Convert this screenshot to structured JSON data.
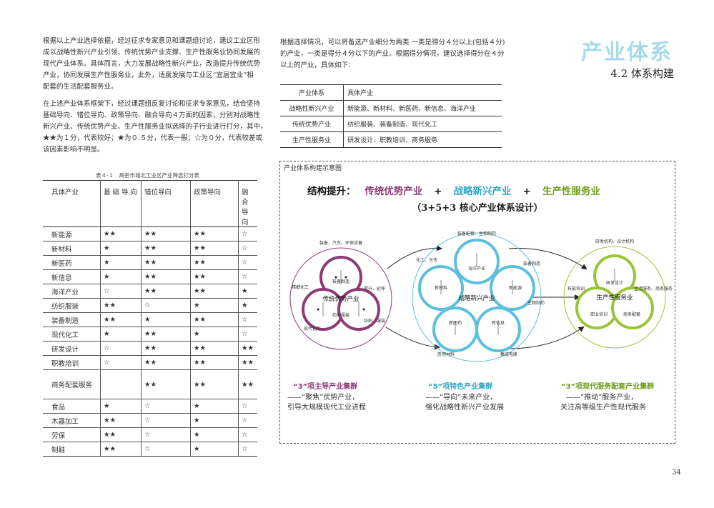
{
  "header": {
    "title": "产业体系",
    "subtitle": "4.2 体系构建"
  },
  "left_text": {
    "p1": [
      "根据以上产业选择依据，经过征求专家意见和课题组讨论，建议工业区形",
      "成以战略性新兴产业引领、传统优势产业支撑、生产性服务业协同发展的",
      "现代产业体系。具体而言，大力发展战略性新兴产业，改造提升传统优势",
      "产业，协同发展生产性服务业，此外，适度发展与工业区“宜居宜业”相",
      "配套的生活配套服务业。"
    ],
    "p2": [
      "在上述产业体系框架下，经过课题组反复讨论和征求专家意见，结合坚持",
      "基础导向、错位导向、政策导向、融合导向４方面的因素，分别对战略性",
      "新兴产业、传统优势产业、生产性服务业拟选择的子行业进行打分，其中，",
      "★★为１分，代表较好；★为０.５分，代表一般；☆为０分，代表较差或",
      "该因素影响不明显。"
    ]
  },
  "right_text": [
    "根据选择情况，可以将备选产业细分为两类 一类是得分４分以上(包括４分)",
    "的产业，一类是得分４分以下的产业。根据得分情况，建议选择得分在４分",
    "以上的产业，具体如下："
  ],
  "industry_table": {
    "headers": [
      "产业体系",
      "具体产业"
    ],
    "rows": [
      [
        "战略性新兴产业",
        "新能源、新材料、新医药、新信息、海洋产业"
      ],
      [
        "传统优势产业",
        "纺织服装、装备制造、现代化工"
      ],
      [
        "生产性服务业",
        "研发设计、职教培训、商务服务"
      ]
    ]
  },
  "score_table": {
    "caption": "表４-１　高密市城北工业区产业筛选打分表",
    "headers": [
      "具体产业",
      "基 础 导 向",
      "错位导向",
      "政策导向",
      "融合导向"
    ],
    "rows": [
      [
        "新能源",
        "★★",
        "★★",
        "★★",
        "☆"
      ],
      [
        "新材料",
        "★",
        "★★",
        "★★",
        "☆"
      ],
      [
        "新医药",
        "★",
        "★★",
        "★★",
        "☆"
      ],
      [
        "新信息",
        "★",
        "★★",
        "★★",
        "☆"
      ],
      [
        "海洋产业",
        "☆",
        "★★",
        "★★",
        "★"
      ],
      [
        "纺织服装",
        "★★",
        "☆",
        "★",
        "★"
      ],
      [
        "装备制造",
        "★★",
        "★",
        "★★",
        "☆"
      ],
      [
        "现代化工",
        "★",
        "★★",
        "★",
        "☆"
      ],
      [
        "研发设计",
        "☆",
        "★★",
        "★★",
        "★★"
      ],
      [
        "职教培训",
        "☆",
        "★★",
        "★★",
        "★★"
      ],
      [
        "商务配套服务",
        "",
        "★★",
        "★★",
        "★★"
      ],
      [
        "食品",
        "★",
        "☆",
        "★",
        "☆"
      ],
      [
        "木器加工",
        "★★",
        "☆",
        "★",
        "☆"
      ],
      [
        "劳保",
        "★★",
        "☆",
        "★",
        "☆"
      ],
      [
        "制鞋",
        "★★",
        "☆",
        "★",
        "☆"
      ]
    ]
  },
  "diagram": {
    "title": "产业体系构建示意图",
    "struct_label": "结构提升：",
    "struct_items": [
      {
        "text": "传统优势产业",
        "color": "#8e3a78"
      },
      {
        "text": "+",
        "color": "#111111"
      },
      {
        "text": "战略新兴产业",
        "color": "#2fa6c8"
      },
      {
        "text": "+",
        "color": "#111111"
      },
      {
        "text": "生产性服务业",
        "color": "#6f9e1e"
      }
    ],
    "core_title": "（3+5+3 核心产业体系设计）",
    "groups": {
      "traditional": {
        "center": "传统优势产业",
        "subs": [
          "装备制造",
          "现代化工",
          "纺织服装"
        ],
        "arcs": [
          "装备、汽车、环保设备",
          "精细化工",
          "提升、延伸",
          "纺织、服装"
        ],
        "color": "#8e3a78"
      },
      "emerging": {
        "center": "战略新兴产业",
        "subs": [
          "海洋产业",
          "新材料",
          "新能源",
          "新医药",
          "新信息"
        ],
        "arcs": [
          "装备配套、生物制药",
          "化工、光伏",
          "装备制造",
          "生物制药",
          "医用材料",
          "集成电路"
        ],
        "color": "#5cc0dd"
      },
      "service": {
        "center": "生产性服务业",
        "subs": [
          "研发设计",
          "职业培训",
          "商务配套"
        ],
        "arcs": [
          "研发机构、设计机构",
          "技能培训",
          "生活服务、商务服务"
        ],
        "color": "#9cc43a"
      }
    },
    "clusters": [
      {
        "title": "“3”项主导产业集群",
        "lines": [
          "——“聚焦”优势产业，",
          "引导大规模现代工业进程"
        ],
        "color": "#8e3a78"
      },
      {
        "title": "“5”项特色产业集群",
        "lines": [
          "——“导向”未来产业，",
          "强化战略性新兴产业发展"
        ],
        "color": "#2fa6c8"
      },
      {
        "title": "“3”项现代服务配套产业集群",
        "lines": [
          "——“推动”服务产业，",
          "关注高等级生产性现代服务"
        ],
        "color": "#6f9e1e"
      }
    ]
  },
  "page_number": "34"
}
